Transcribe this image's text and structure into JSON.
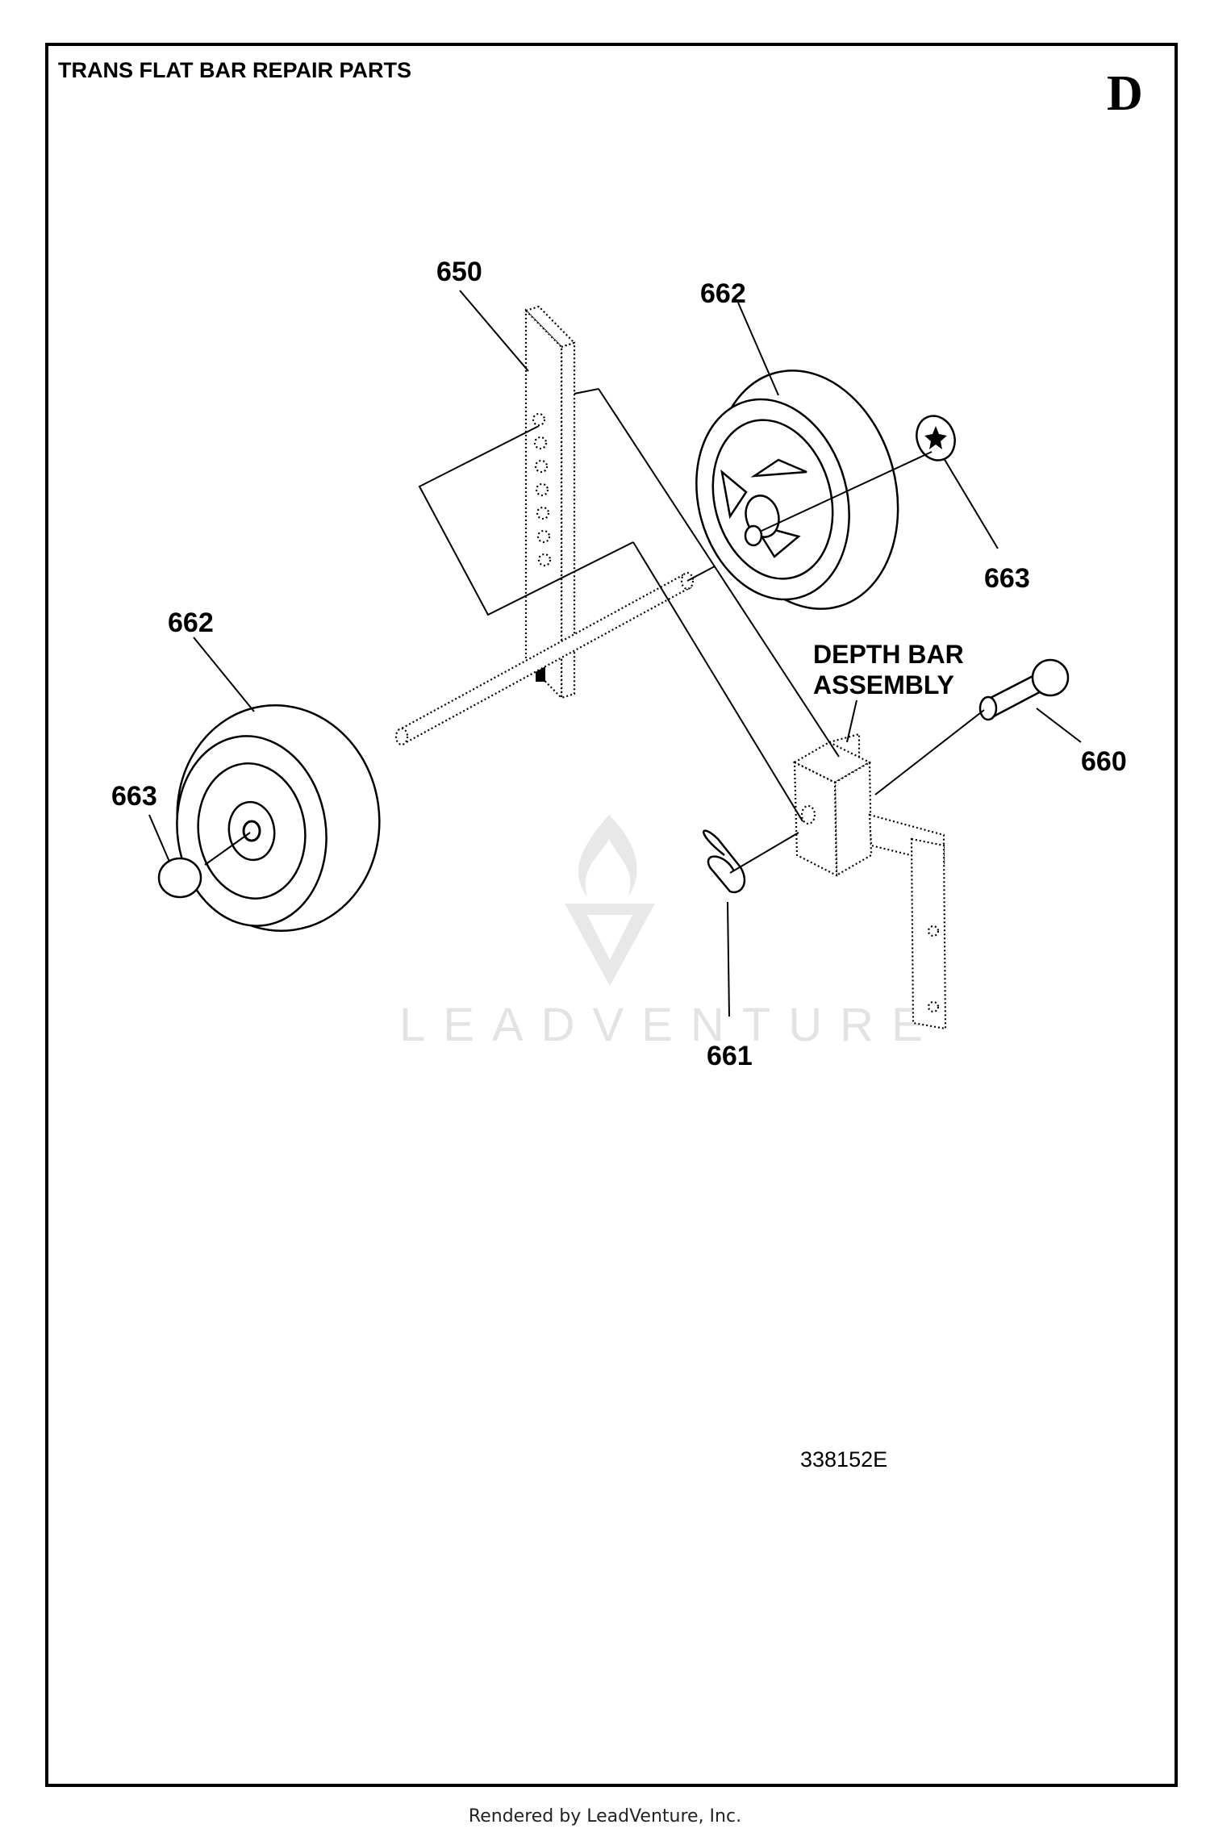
{
  "header": {
    "title": "TRANS FLAT BAR REPAIR PARTS",
    "page_letter": "D"
  },
  "callouts": {
    "c650": "650",
    "c662_top": "662",
    "c663_top": "663",
    "c662_left": "662",
    "c663_left": "663",
    "c660": "660",
    "c661": "661"
  },
  "assembly_label": {
    "line1": "DEPTH BAR",
    "line2": "ASSEMBLY"
  },
  "drawing_code": "338152E",
  "watermark": "LEADVENTURE",
  "footer": "Rendered by LeadVenture, Inc."
}
